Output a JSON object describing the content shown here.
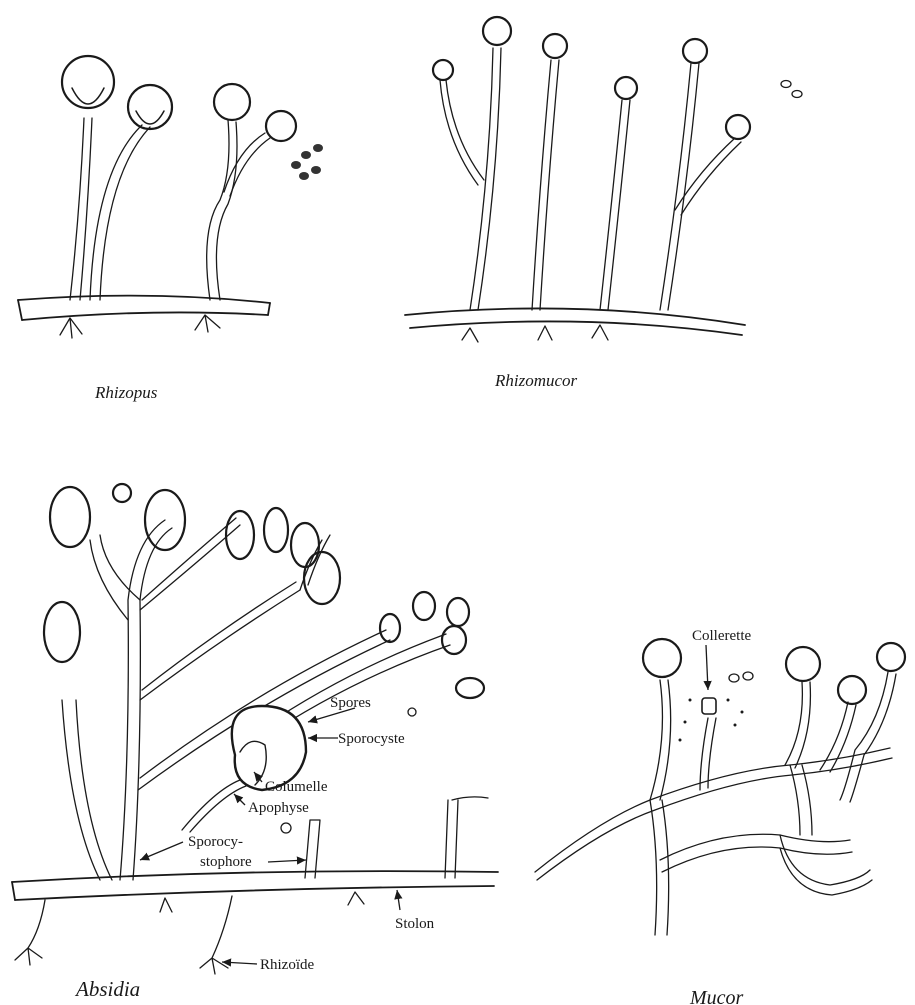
{
  "captions": {
    "rhizopus": "Rhizopus",
    "rhizomucor": "Rhizomucor",
    "absidia": "Absidia",
    "mucor": "Mucor"
  },
  "labels": {
    "spores": "Spores",
    "sporocyste": "Sporocyste",
    "columelle": "Columelle",
    "apophyse": "Apophyse",
    "sporocystophore_line1": "Sporocy-",
    "sporocystophore_line2": "stophore",
    "stolon": "Stolon",
    "rhizoide": "Rhizoïde",
    "collerette": "Collerette"
  },
  "colors": {
    "ink": "#1a1a1a",
    "paper": "#ffffff"
  }
}
